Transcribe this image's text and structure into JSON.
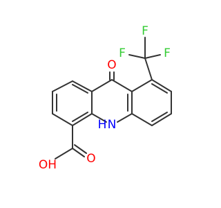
{
  "atoms": {
    "oxygen_ketone": "O",
    "nitrogen": "N",
    "hydrogen_nh": "H",
    "oxygen_hydroxyl": "OH",
    "oxygen_carbonyl": "O",
    "fluorine_1": "F",
    "fluorine_2": "F",
    "fluorine_3": "F"
  },
  "colors": {
    "bond": "#333333",
    "oxygen": "#ff0000",
    "nitrogen": "#0000ff",
    "fluorine": "#33cc33"
  }
}
